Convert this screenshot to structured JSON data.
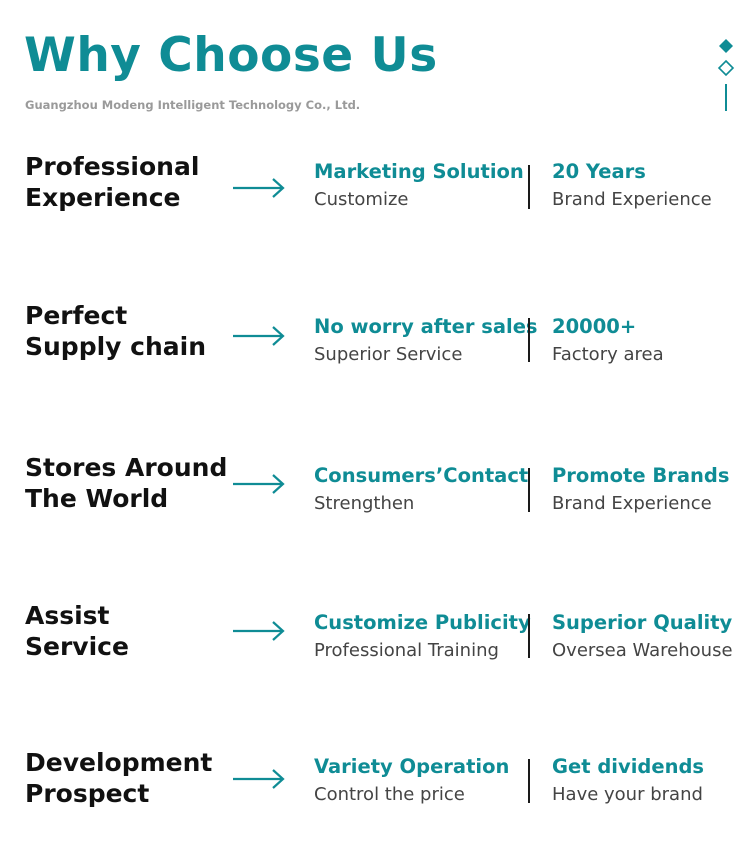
{
  "header": {
    "title": "Why Choose Us",
    "subtitle": "Guangzhou Modeng Intelligent Technology Co., Ltd."
  },
  "colors": {
    "accent": "#0f8c95",
    "heading": "#111111",
    "body_text": "#444444",
    "subtitle": "#9a9a9a"
  },
  "icons": {
    "decoration": [
      "filled-diamond-icon",
      "outline-diamond-icon",
      "vertical-line"
    ],
    "row_arrow": "right-arrow-icon"
  },
  "rows": [
    {
      "heading": [
        "Professional",
        "Experience"
      ],
      "left": {
        "title": "Marketing Solution",
        "subtitle": "Customize"
      },
      "right": {
        "title": "20 Years",
        "subtitle": "Brand Experience"
      }
    },
    {
      "heading": [
        "Perfect",
        "Supply chain"
      ],
      "left": {
        "title": "No worry after sales",
        "subtitle": "Superior Service"
      },
      "right": {
        "title": "20000+",
        "subtitle": "Factory area"
      }
    },
    {
      "heading": [
        "Stores Around",
        "The World"
      ],
      "left": {
        "title": "Consumers’Contact",
        "subtitle": "Strengthen"
      },
      "right": {
        "title": "Promote Brands",
        "subtitle": "Brand Experience"
      }
    },
    {
      "heading": [
        "Assist",
        "Service"
      ],
      "left": {
        "title": "Customize Publicity",
        "subtitle": "Professional Training"
      },
      "right": {
        "title": "Superior Quality",
        "subtitle": "Oversea Warehouse"
      }
    },
    {
      "heading": [
        "Development",
        "Prospect"
      ],
      "left": {
        "title": "Variety Operation",
        "subtitle": "Control the price"
      },
      "right": {
        "title": "Get dividends",
        "subtitle": "Have your brand"
      }
    }
  ]
}
